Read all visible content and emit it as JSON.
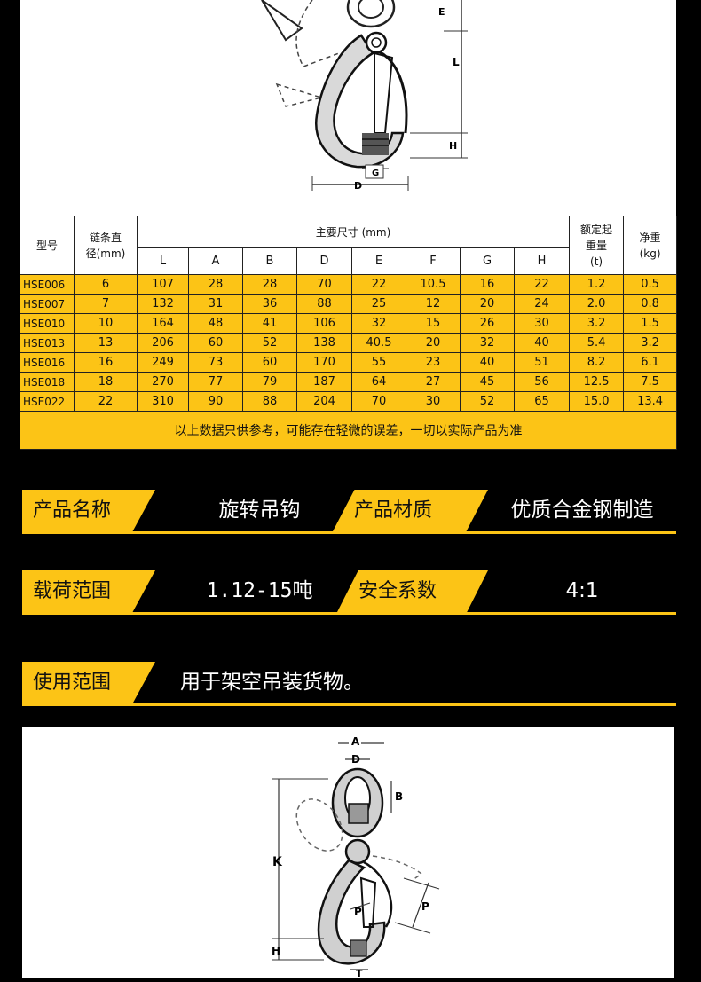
{
  "table": {
    "col_model": "型号",
    "col_chain_l1": "链条直",
    "col_chain_l2": "径(mm)",
    "col_main_dims": "主要尺寸 (mm)",
    "col_load_l1": "额定起",
    "col_load_l2": "重量",
    "col_load_l3": "(t)",
    "col_weight_l1": "净重",
    "col_weight_l2": "(kg)",
    "dim_labels": [
      "L",
      "A",
      "B",
      "D",
      "E",
      "F",
      "G",
      "H"
    ],
    "rows": [
      [
        "HSE006",
        "6",
        "107",
        "28",
        "28",
        "70",
        "22",
        "10.5",
        "16",
        "22",
        "1.2",
        "0.5"
      ],
      [
        "HSE007",
        "7",
        "132",
        "31",
        "36",
        "88",
        "25",
        "12",
        "20",
        "24",
        "2.0",
        "0.8"
      ],
      [
        "HSE010",
        "10",
        "164",
        "48",
        "41",
        "106",
        "32",
        "15",
        "26",
        "30",
        "3.2",
        "1.5"
      ],
      [
        "HSE013",
        "13",
        "206",
        "60",
        "52",
        "138",
        "40.5",
        "20",
        "32",
        "40",
        "5.4",
        "3.2"
      ],
      [
        "HSE016",
        "16",
        "249",
        "73",
        "60",
        "170",
        "55",
        "23",
        "40",
        "51",
        "8.2",
        "6.1"
      ],
      [
        "HSE018",
        "18",
        "270",
        "77",
        "79",
        "187",
        "64",
        "27",
        "45",
        "56",
        "12.5",
        "7.5"
      ],
      [
        "HSE022",
        "22",
        "310",
        "90",
        "88",
        "204",
        "70",
        "30",
        "52",
        "65",
        "15.0",
        "13.4"
      ]
    ],
    "note": "以上数据只供参考，可能存在轻微的误差，一切以实际产品为准"
  },
  "info": {
    "name_label": "产品名称",
    "name_value": "旋转吊钩",
    "material_label": "产品材质",
    "material_value": "优质合金钢制造",
    "load_label": "载荷范围",
    "load_value": "1.12-15吨",
    "safety_label": "安全系数",
    "safety_value": "4:1",
    "usage_label": "使用范围",
    "usage_value": "用于架空吊装货物。"
  },
  "drawing_top": {
    "dims": [
      "E",
      "L",
      "H",
      "G",
      "D"
    ]
  },
  "drawing_bottom": {
    "dims": [
      "A",
      "D",
      "B",
      "K",
      "P",
      "P",
      "H",
      "T"
    ]
  },
  "colors": {
    "accent": "#fcc416",
    "background": "#000000"
  }
}
